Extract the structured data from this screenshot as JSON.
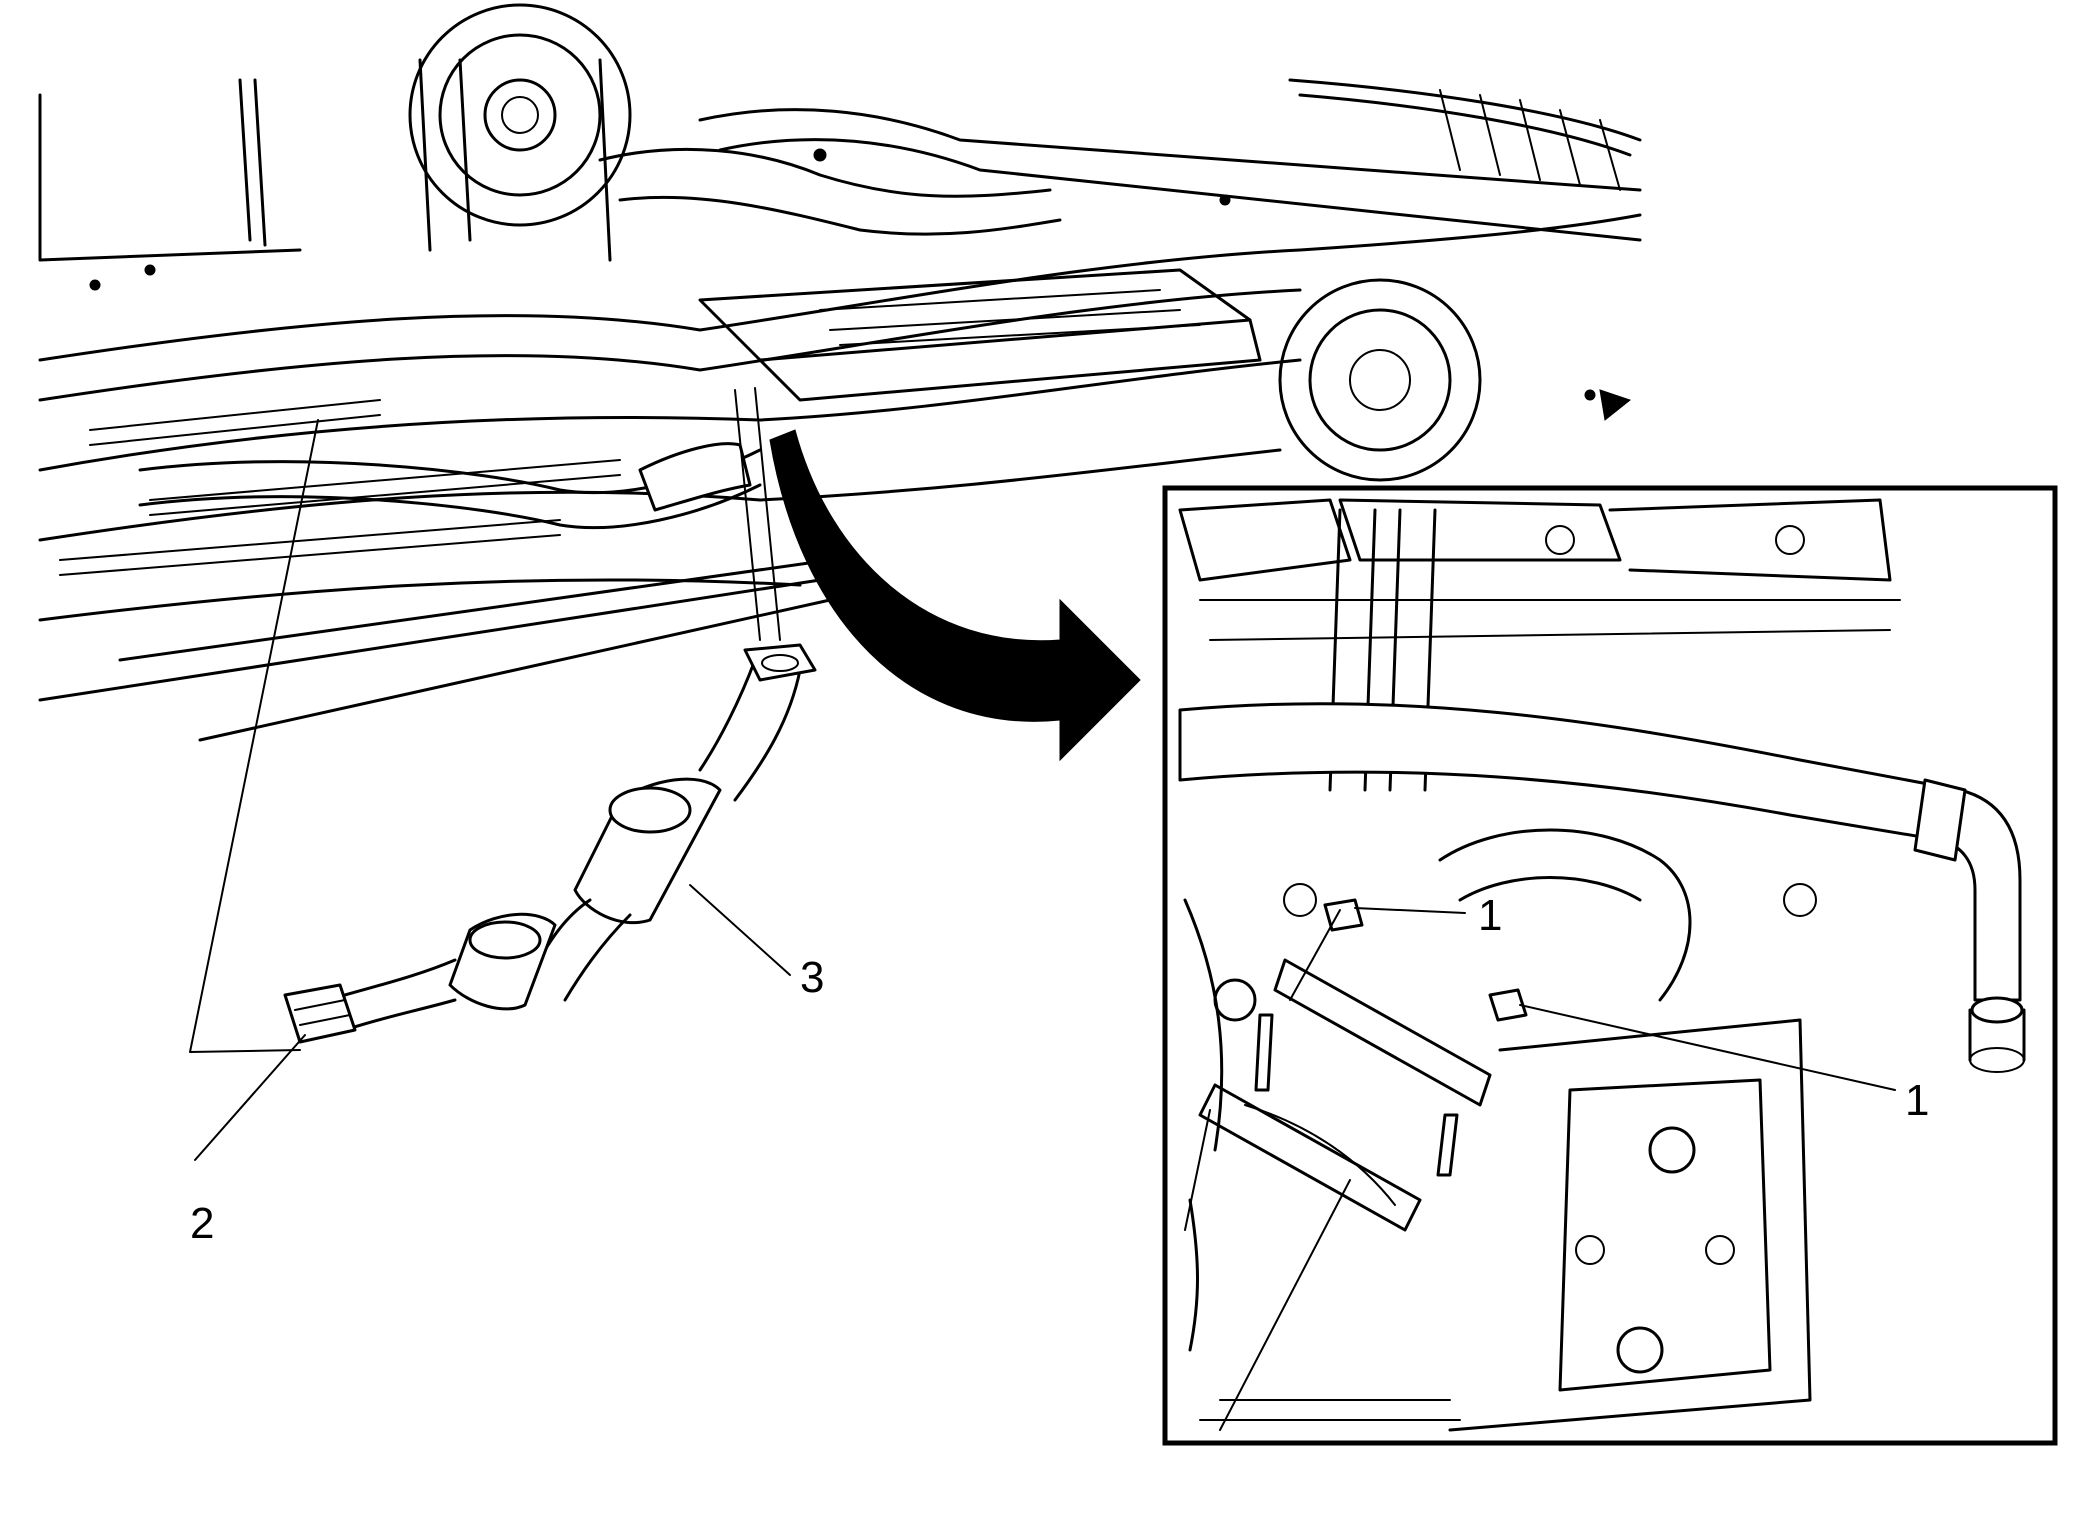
{
  "callouts": {
    "label_1_upper": "1",
    "label_1_lower": "1",
    "label_2": "2",
    "label_3": "3"
  },
  "colors": {
    "line": "#000000",
    "background": "#ffffff"
  }
}
